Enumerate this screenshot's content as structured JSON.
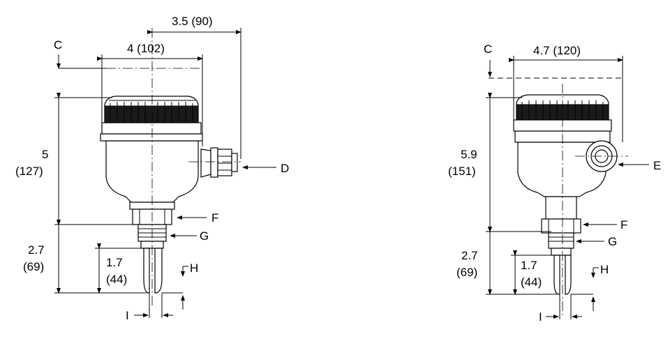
{
  "figure": {
    "left_view": {
      "dim_offset": "3.5 (90)",
      "dim_width": "4 (102)",
      "dim_height_in": "5",
      "dim_height_mm": "(127)",
      "dim_lower_in": "2.7",
      "dim_lower_mm": "(69)",
      "dim_probe_in": "1.7",
      "dim_probe_mm": "(44)",
      "label_c": "C",
      "label_d": "D",
      "label_f": "F",
      "label_g": "G",
      "label_h": "H",
      "label_i": "I"
    },
    "right_view": {
      "dim_width": "4.7 (120)",
      "dim_height_in": "5.9",
      "dim_height_mm": "(151)",
      "dim_lower_in": "2.7",
      "dim_lower_mm": "(69)",
      "dim_probe_in": "1.7",
      "dim_probe_mm": "(44)",
      "label_c": "C",
      "label_e": "E",
      "label_f": "F",
      "label_g": "G",
      "label_h": "H",
      "label_i": "I"
    }
  }
}
